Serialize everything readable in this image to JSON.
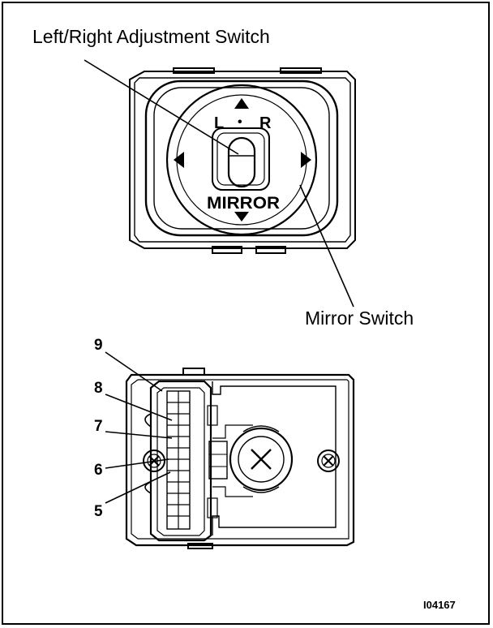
{
  "labels": {
    "adjustment_switch": "Left/Right Adjustment Switch",
    "mirror_switch": "Mirror Switch",
    "figure_id": "I04167"
  },
  "switch_face": {
    "left_letter": "L",
    "right_letter": "R",
    "separator": "•",
    "brand_text": "MIRROR"
  },
  "connector": {
    "pins": [
      "9",
      "8",
      "7",
      "6",
      "5"
    ]
  },
  "colors": {
    "line": "#000000",
    "background": "#ffffff"
  },
  "icons": {
    "arrows": [
      "arrow-up-icon",
      "arrow-down-icon",
      "arrow-left-icon",
      "arrow-right-icon"
    ],
    "screws": [
      "screw-head-icon"
    ]
  }
}
